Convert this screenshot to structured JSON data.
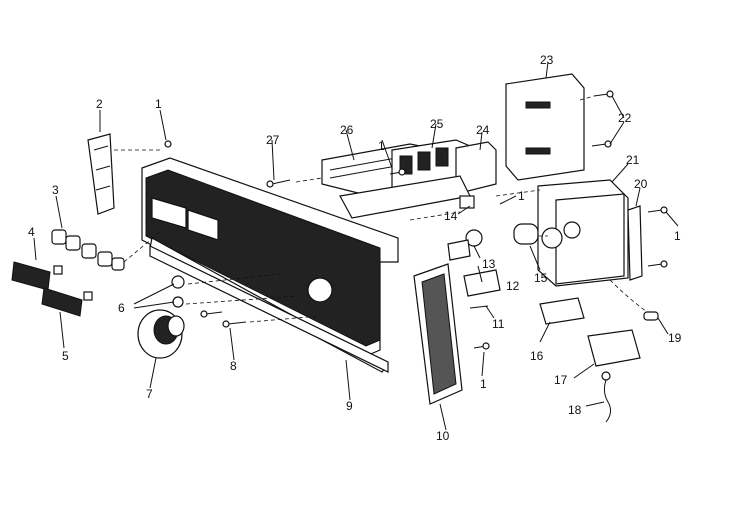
{
  "labels": {
    "p1": "1",
    "p2": "2",
    "p3": "3",
    "p4": "4",
    "p5": "5",
    "p6": "6",
    "p7": "7",
    "p8": "8",
    "p9": "9",
    "p10": "10",
    "p11": "11",
    "p12": "12",
    "p13": "13",
    "p14": "14",
    "p15": "15",
    "p16": "16",
    "p17": "17",
    "p18": "18",
    "p19": "19",
    "p20": "20",
    "p21": "21",
    "p22": "22",
    "p23": "23",
    "p24": "24",
    "p25": "25",
    "p26": "26",
    "p27": "27"
  }
}
